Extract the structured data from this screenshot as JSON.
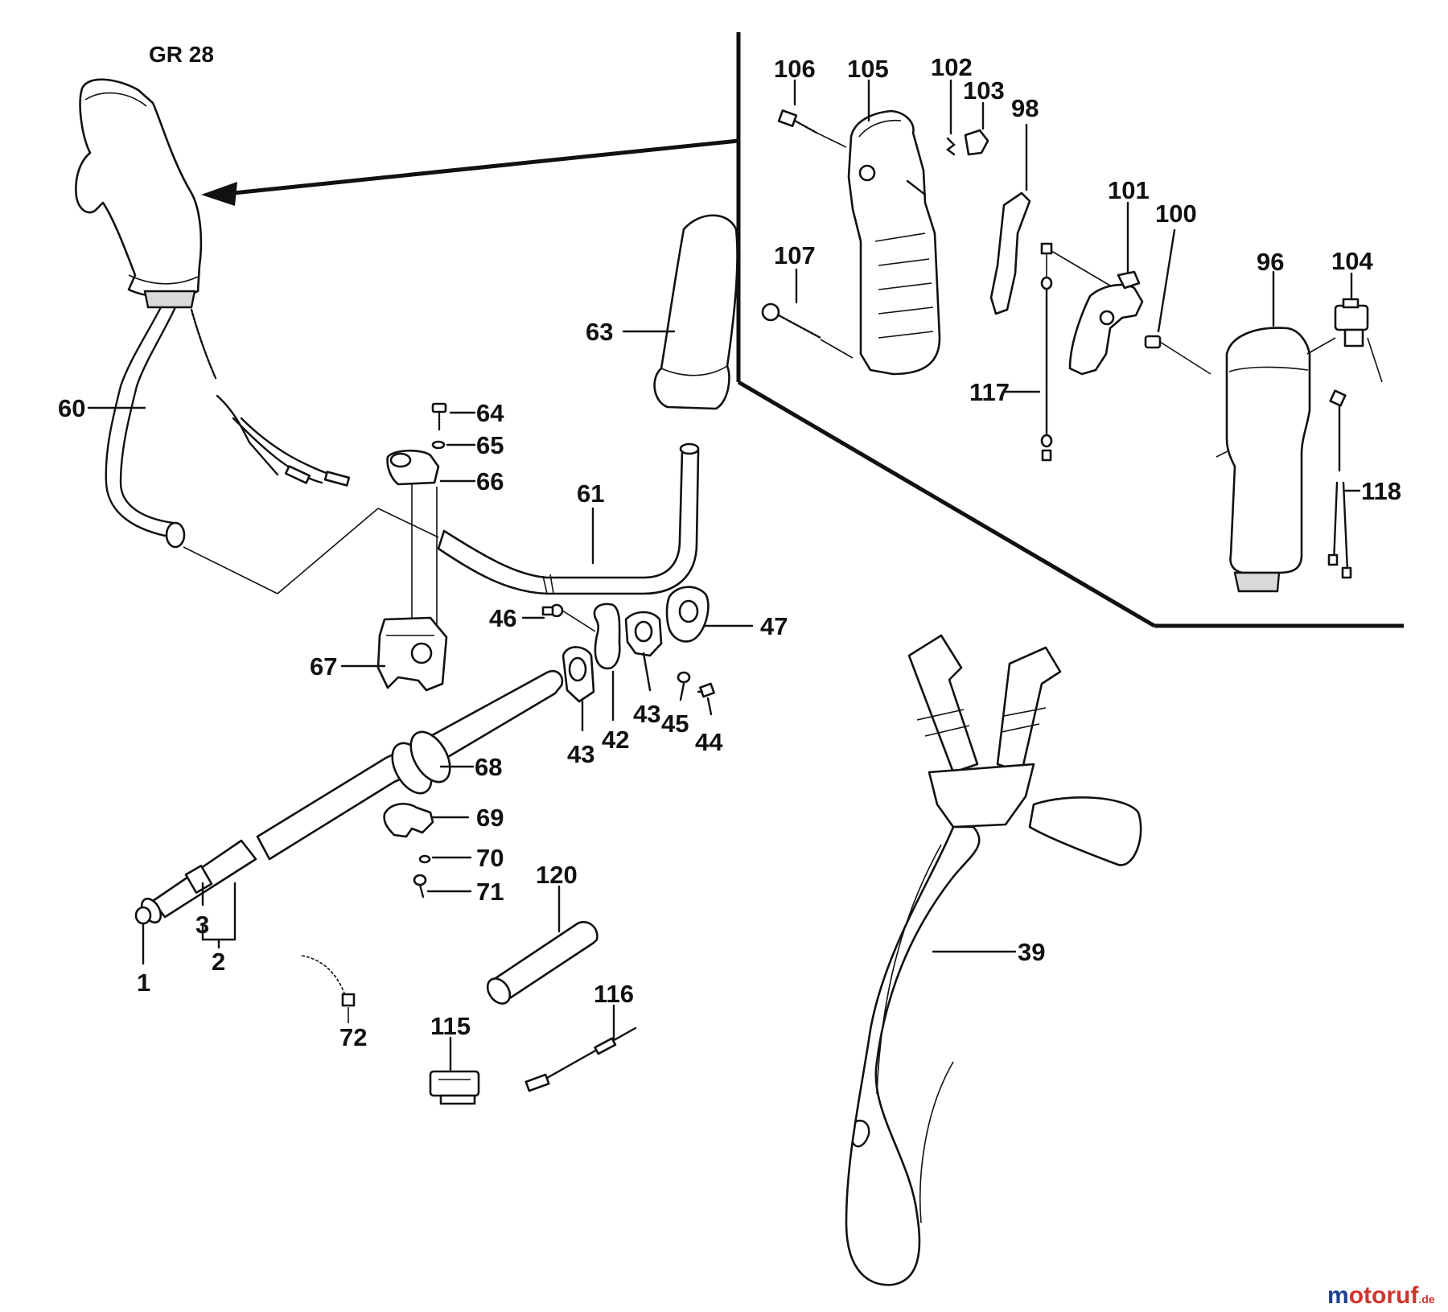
{
  "title": "GR 28",
  "callouts": {
    "p1": "1",
    "p2": "2",
    "p3": "3",
    "p39": "39",
    "p42": "42",
    "p43a": "43",
    "p43b": "43",
    "p44": "44",
    "p45": "45",
    "p46": "46",
    "p47": "47",
    "p60": "60",
    "p61": "61",
    "p63": "63",
    "p64": "64",
    "p65": "65",
    "p66": "66",
    "p67": "67",
    "p68": "68",
    "p69": "69",
    "p70": "70",
    "p71": "71",
    "p72": "72",
    "p96": "96",
    "p98": "98",
    "p100": "100",
    "p101": "101",
    "p102": "102",
    "p103": "103",
    "p104": "104",
    "p105": "105",
    "p106": "106",
    "p107": "107",
    "p115": "115",
    "p116": "116",
    "p117": "117",
    "p118": "118",
    "p120": "120"
  },
  "watermark": {
    "brand": "motoruf",
    "suffix": ".de",
    "color_m": "#1d3f8f",
    "color_rest": "#d0342c"
  }
}
